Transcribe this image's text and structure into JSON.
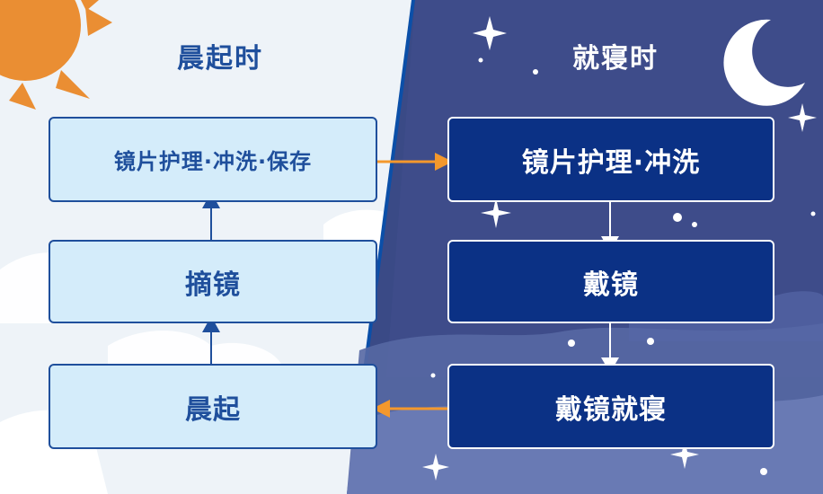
{
  "diagram": {
    "morning": {
      "title": "晨起时",
      "steps": [
        "晨起",
        "摘镜",
        "镜片护理·冲洗·保存"
      ]
    },
    "night": {
      "title": "就寝时",
      "steps": [
        "镜片护理·冲洗",
        "戴镜",
        "戴镜就寝"
      ]
    },
    "colors": {
      "day_bg": "#eef3f8",
      "night_bg": "#3a4a86",
      "night_box": "#0b3185",
      "day_box": "#d4ecfa",
      "day_text": "#1f4f9c",
      "arrow_orange": "#f4982c",
      "sun": "#ea8e33"
    },
    "icons": [
      "sun-icon",
      "moon-icon",
      "star-icon"
    ]
  }
}
